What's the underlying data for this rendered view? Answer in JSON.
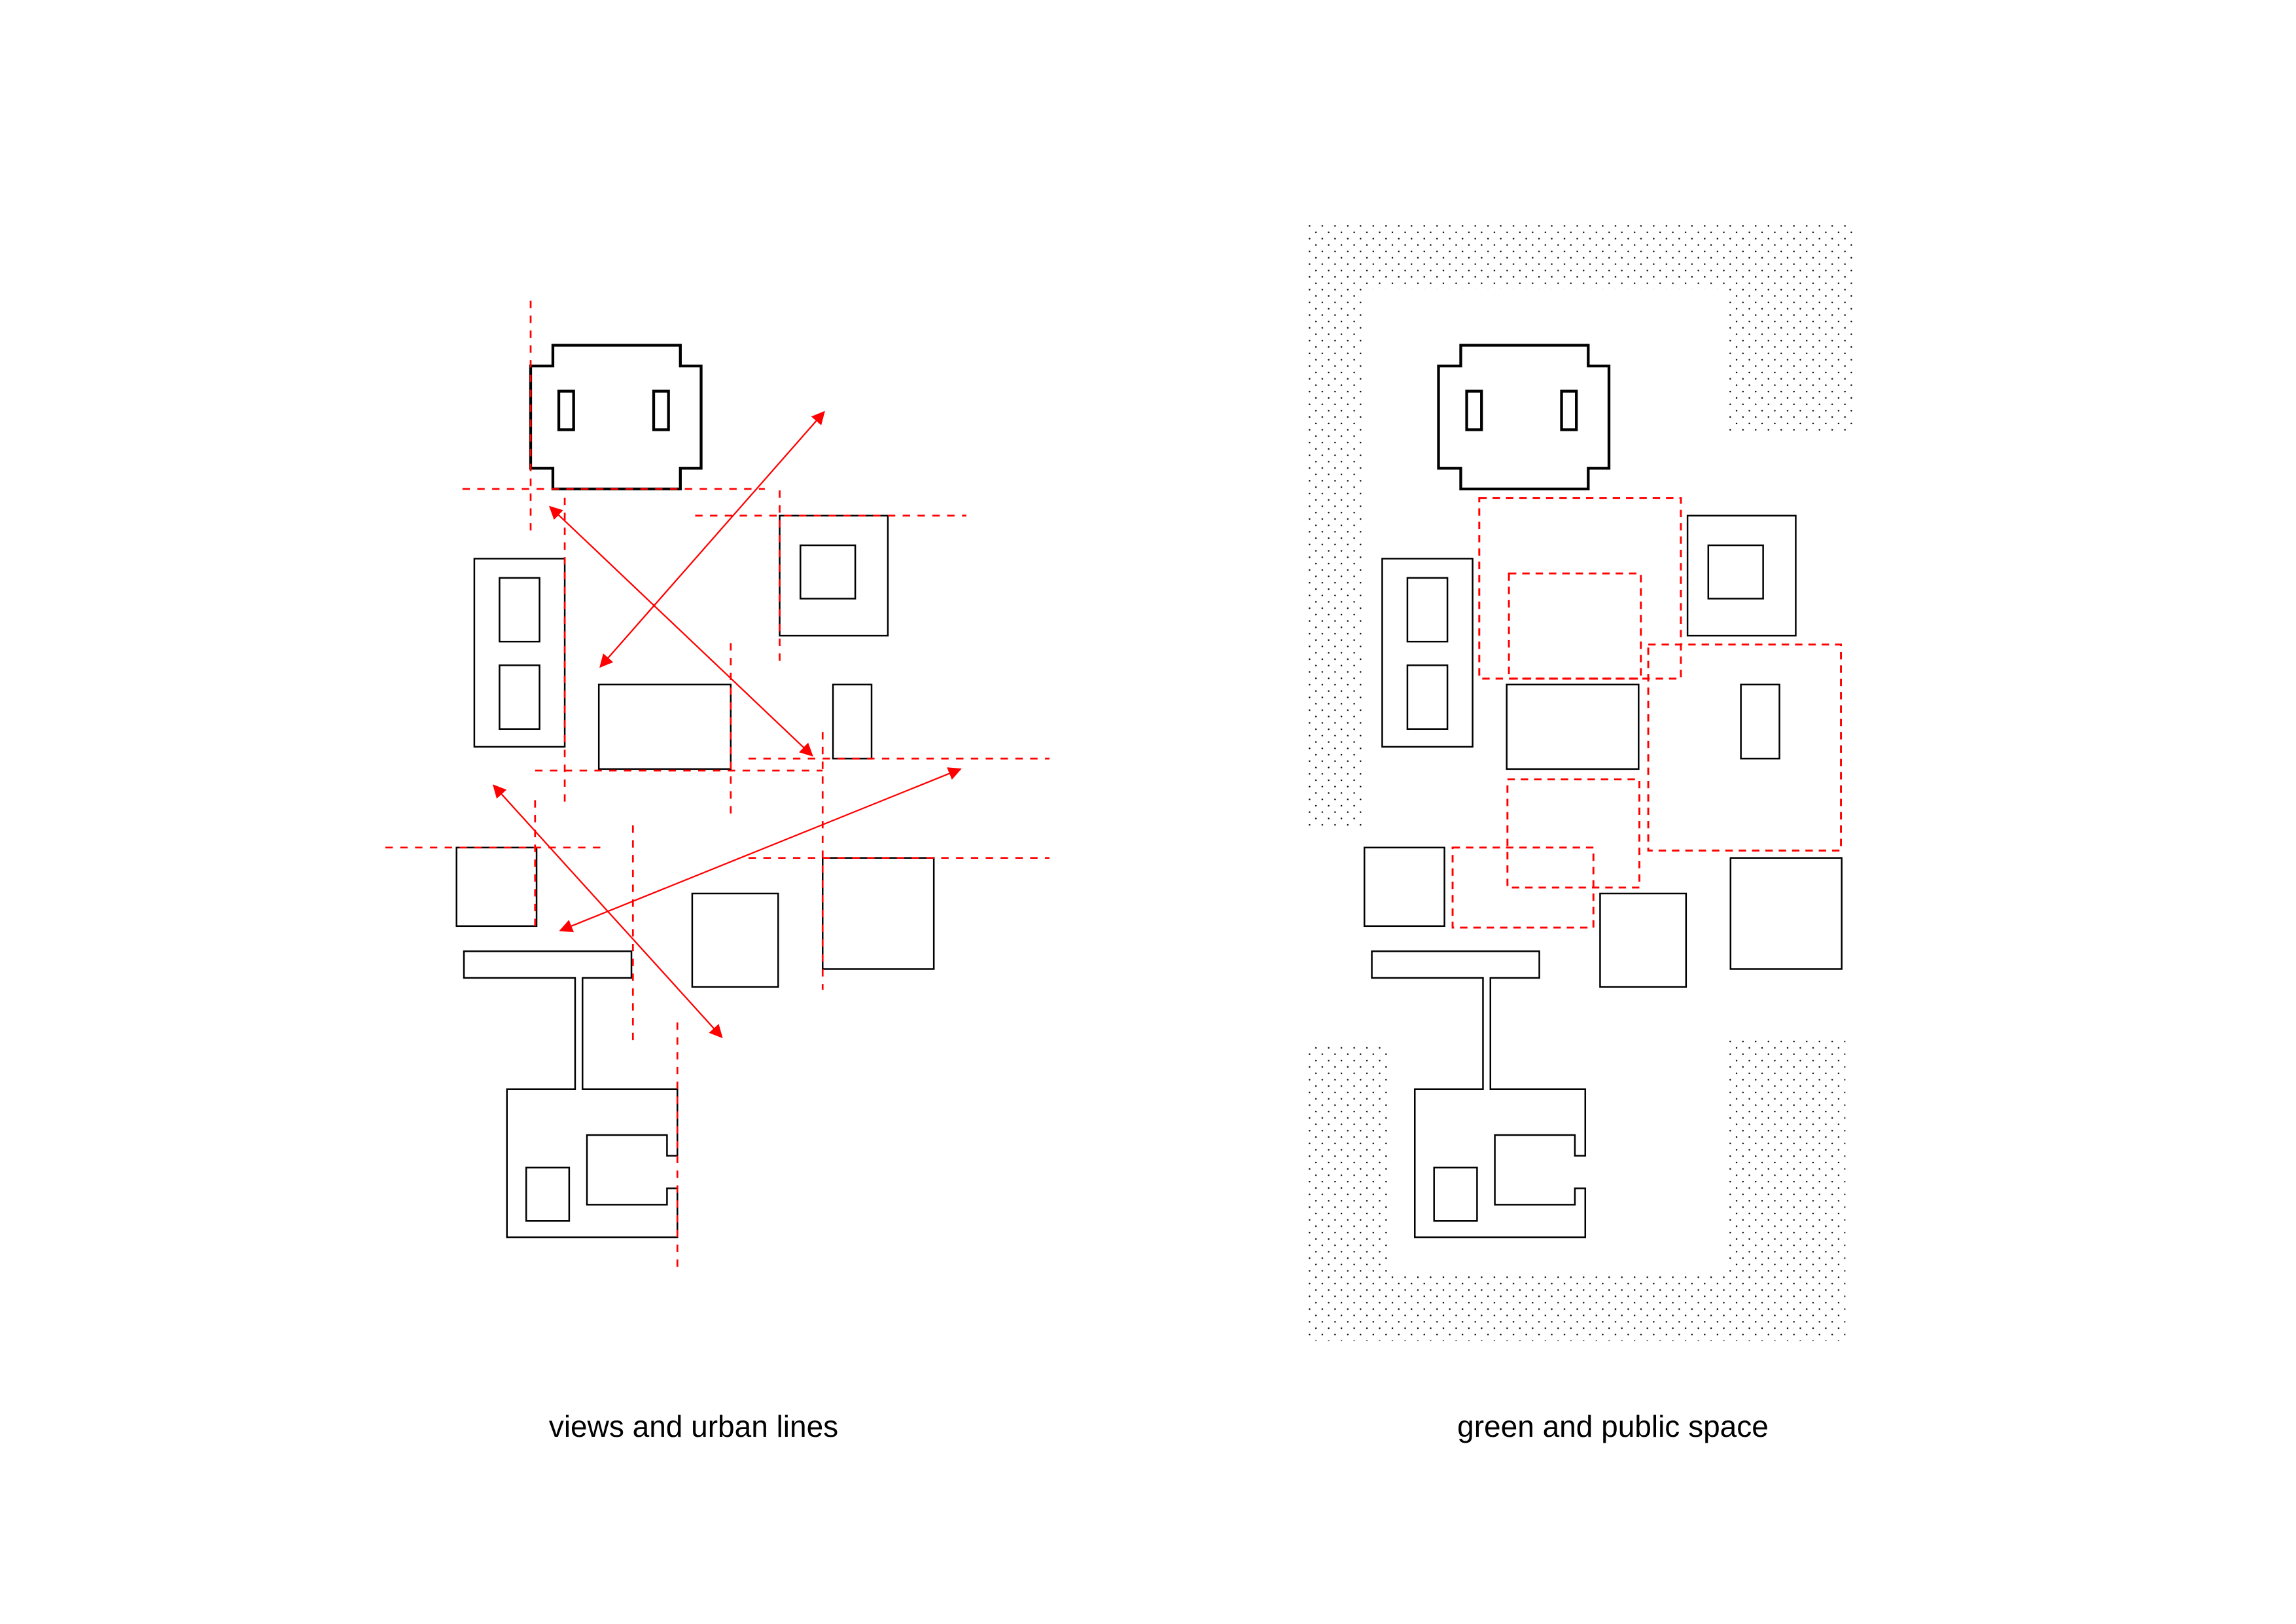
{
  "panels": [
    {
      "id": "left",
      "caption": "views and urban lines"
    },
    {
      "id": "right",
      "caption": "green and public space"
    }
  ],
  "legend_semantics": {
    "buildings": "black outlines",
    "urban_lines": "red dashed lines",
    "views": "red double-headed arrows",
    "public_space": "red dashed rectangles",
    "green_space": "dotted pattern"
  },
  "colors": {
    "accent": "#ff0000",
    "ink": "#000000",
    "background": "#ffffff"
  }
}
